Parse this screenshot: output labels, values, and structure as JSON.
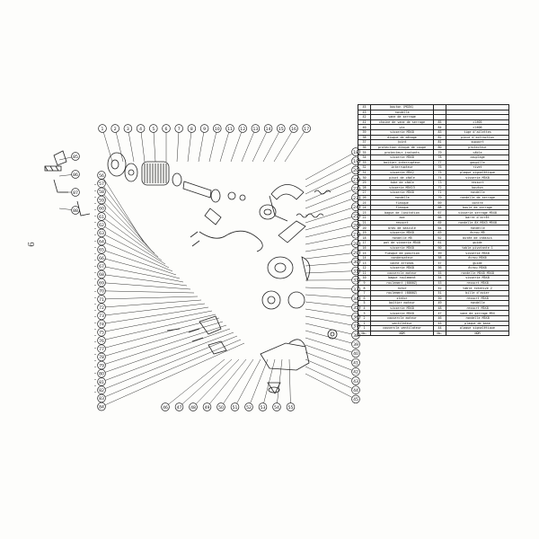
{
  "document": {
    "margin_mark": "6",
    "callouts": {
      "top_row": [
        "1",
        "2",
        "3",
        "4",
        "5",
        "6",
        "7",
        "8",
        "9",
        "10",
        "11",
        "12",
        "13",
        "14",
        "15",
        "16",
        "17"
      ],
      "right_column": [
        "18",
        "19",
        "20",
        "21",
        "22",
        "23",
        "24",
        "25",
        "26",
        "27",
        "28",
        "29",
        "30",
        "31",
        "32",
        "33",
        "34",
        "35",
        "36",
        "37",
        "38",
        "39",
        "40",
        "41",
        "42",
        "43",
        "44",
        "45"
      ],
      "bottom_row": [
        "46",
        "47",
        "48",
        "49",
        "50",
        "51",
        "52",
        "53",
        "54",
        "55"
      ],
      "left_column": [
        "56",
        "57",
        "58",
        "59",
        "60",
        "61",
        "62",
        "63",
        "64",
        "65",
        "66",
        "67",
        "68",
        "69",
        "70",
        "71",
        "72",
        "73",
        "74",
        "75",
        "76",
        "77",
        "78",
        "79",
        "80",
        "81",
        "82",
        "83",
        "84"
      ],
      "far_left": [
        "85",
        "86",
        "87",
        "88"
      ]
    }
  },
  "parts_table": {
    "rows": [
      {
        "n1": "45",
        "d1": "bouton (MG5X)",
        "n2": "",
        "d2": ""
      },
      {
        "n1": "43",
        "d1": "rondelle",
        "n2": "",
        "d2": ""
      },
      {
        "n1": "42",
        "d1": "vane de serrage",
        "n2": "",
        "d2": ""
      },
      {
        "n1": "41",
        "d1": "chaine de vane de serrage",
        "n2": "85",
        "d2": "clé05"
      },
      {
        "n1": "40",
        "d1": "vis",
        "n2": "84",
        "d2": "clé06"
      },
      {
        "n1": "39",
        "d1": "visserie M5X8",
        "n2": "83",
        "d2": "tige d'ailettes"
      },
      {
        "n1": "38",
        "d1": "disque de ménage",
        "n2": "82",
        "d2": "pince d'extraction"
      },
      {
        "n1": "37",
        "d1": "joint",
        "n2": "81",
        "d2": "support"
      },
      {
        "n1": "36",
        "d1": "protection disque de coupe",
        "n2": "80",
        "d2": "protecteur"
      },
      {
        "n1": "35",
        "d1": "protecteur instants",
        "n2": "79",
        "d2": "câble"
      },
      {
        "n1": "34",
        "d1": "visserie M5X8",
        "n2": "78",
        "d2": "couplage"
      },
      {
        "n1": "33",
        "d1": "boîtier interrupteur",
        "n2": "77",
        "d2": "goupille"
      },
      {
        "n1": "32",
        "d1": "interrupteur",
        "n2": "76",
        "d2": "rivet"
      },
      {
        "n1": "31",
        "d1": "visserie M5X2",
        "n2": "75",
        "d2": "plaque signalétique"
      },
      {
        "n1": "30",
        "d1": "pivot de câble",
        "n2": "74",
        "d2": "visserie M5X8"
      },
      {
        "n1": "29",
        "d1": "tube de câble",
        "n2": "73",
        "d2": "ressort"
      },
      {
        "n1": "28",
        "d1": "visserie M5X13",
        "n2": "72",
        "d2": "bouton"
      },
      {
        "n1": "27",
        "d1": "visserie M5X8",
        "n2": "71",
        "d2": "rondelle"
      },
      {
        "n1": "26",
        "d1": "rondelle",
        "n2": "70",
        "d2": "rondelle de serrage"
      },
      {
        "n1": "25",
        "d1": "flasque",
        "n2": "69",
        "d2": "contre"
      },
      {
        "n1": "24",
        "d1": "flasque",
        "n2": "68",
        "d2": "boule de serrage"
      },
      {
        "n1": "23",
        "d1": "bague de limitation",
        "n2": "67",
        "d2": "visserie serrage M5X8"
      },
      {
        "n1": "22",
        "d1": "axe",
        "n2": "66",
        "d2": "barre d'arrêt"
      },
      {
        "n1": "21",
        "d1": "ressort",
        "n2": "65",
        "d2": "rondelle 8X M5X3 M5X8"
      },
      {
        "n1": "20",
        "d1": "bras de bascule",
        "n2": "64",
        "d2": "rondelle"
      },
      {
        "n1": "19",
        "d1": "visserie M5X8",
        "n2": "63",
        "d2": "écrou M5"
      },
      {
        "n1": "18",
        "d1": "rondelle M5",
        "n2": "62",
        "d2": "butée de châssis"
      },
      {
        "n1": "17",
        "d1": "pot de visserie M5X8",
        "n2": "61",
        "d2": "guide"
      },
      {
        "n1": "16",
        "d1": "visserie M5X8",
        "n2": "60",
        "d2": "table pivotante 1"
      },
      {
        "n1": "15",
        "d1": "flasque de position",
        "n2": "59",
        "d2": "visserie M5X8"
      },
      {
        "n1": "14",
        "d1": "condensateur",
        "n2": "58",
        "d2": "écrou M5X6"
      },
      {
        "n1": "13",
        "d1": "cache arrondi",
        "n2": "57",
        "d2": "guide"
      },
      {
        "n1": "12",
        "d1": "visserie M5X8",
        "n2": "56",
        "d2": "écrou M5X6"
      },
      {
        "n1": "11",
        "d1": "couvercle moteur",
        "n2": "55",
        "d2": "rondelle M5X8 M5X8"
      },
      {
        "n1": "10",
        "d1": "bague roulement",
        "n2": "54",
        "d2": "visserie M5X8"
      },
      {
        "n1": "9",
        "d1": "roulement (6000Z)",
        "n2": "53",
        "d2": "ressort M5X8"
      },
      {
        "n1": "8",
        "d1": "rotor",
        "n2": "52",
        "d2": "table rotative 2"
      },
      {
        "n1": "7",
        "d1": "roulement (6000Z)",
        "n2": "51",
        "d2": "bille d'acier"
      },
      {
        "n1": "6",
        "d1": "stator",
        "n2": "50",
        "d2": "ressort M5X8"
      },
      {
        "n1": "5",
        "d1": "boîtier moteur",
        "n2": "49",
        "d2": "rondelle"
      },
      {
        "n1": "4",
        "d1": "visserie M5X8",
        "n2": "48",
        "d2": "ressort M5X8"
      },
      {
        "n1": "3",
        "d1": "visserie M5X8",
        "n2": "47",
        "d2": "vane de serrage M5X"
      },
      {
        "n1": "2",
        "d1": "couvercle moteur",
        "n2": "46",
        "d2": "rondelle M5X8"
      },
      {
        "n1": "1",
        "d1": "ventilateur",
        "n2": "45",
        "d2": "plaque de base"
      },
      {
        "n1": "1",
        "d1": "couvercle ventilateur",
        "n2": "44",
        "d2": "plaque signalétique"
      },
      {
        "n1": "No.",
        "d1": "NOM",
        "n2": "No.",
        "d2": "NOM"
      }
    ]
  }
}
